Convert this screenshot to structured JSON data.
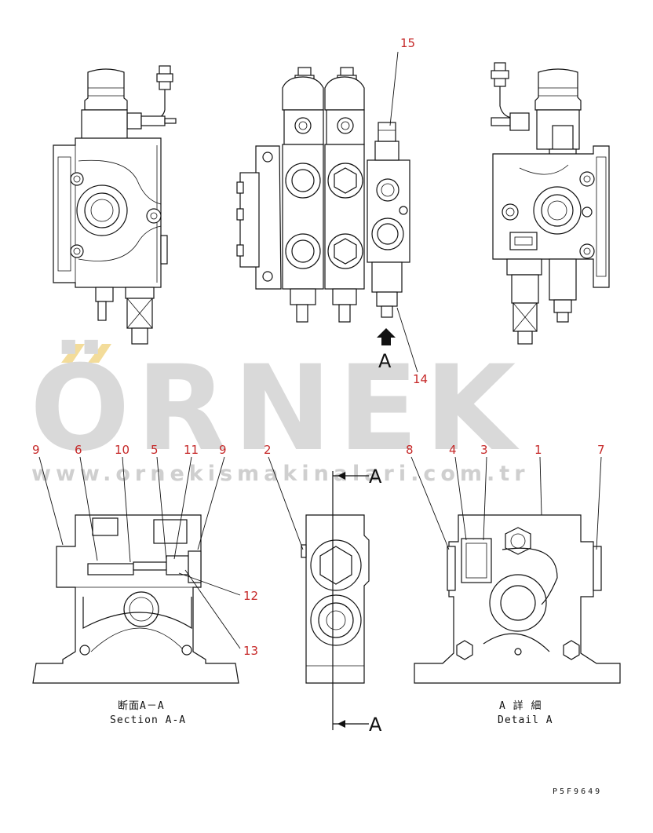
{
  "callouts": {
    "c15": "15",
    "c14": "14",
    "c9a": "9",
    "c6": "6",
    "c10": "10",
    "c5": "5",
    "c11": "11",
    "c9b": "9",
    "c2": "2",
    "c8": "8",
    "c4": "4",
    "c3": "3",
    "c1": "1",
    "c7": "7",
    "c12": "12",
    "c13": "13"
  },
  "view_arrow": {
    "label": "A"
  },
  "section_marks": {
    "top": "A",
    "bottom": "A"
  },
  "captions": {
    "section_jp": "断面A－A",
    "section_en": "Section A-A",
    "detail_jp": "A 詳 細",
    "detail_en": "Detail A"
  },
  "watermark": {
    "brand": "ÖRNEK",
    "url": "www.ornekismakinalari.com.tr"
  },
  "drawing_number": "P5F9649",
  "colors": {
    "callout": "#c62828",
    "line": "#111111",
    "watermark": "#d9d9d9",
    "watermark_accent": "#f3dc9a"
  }
}
